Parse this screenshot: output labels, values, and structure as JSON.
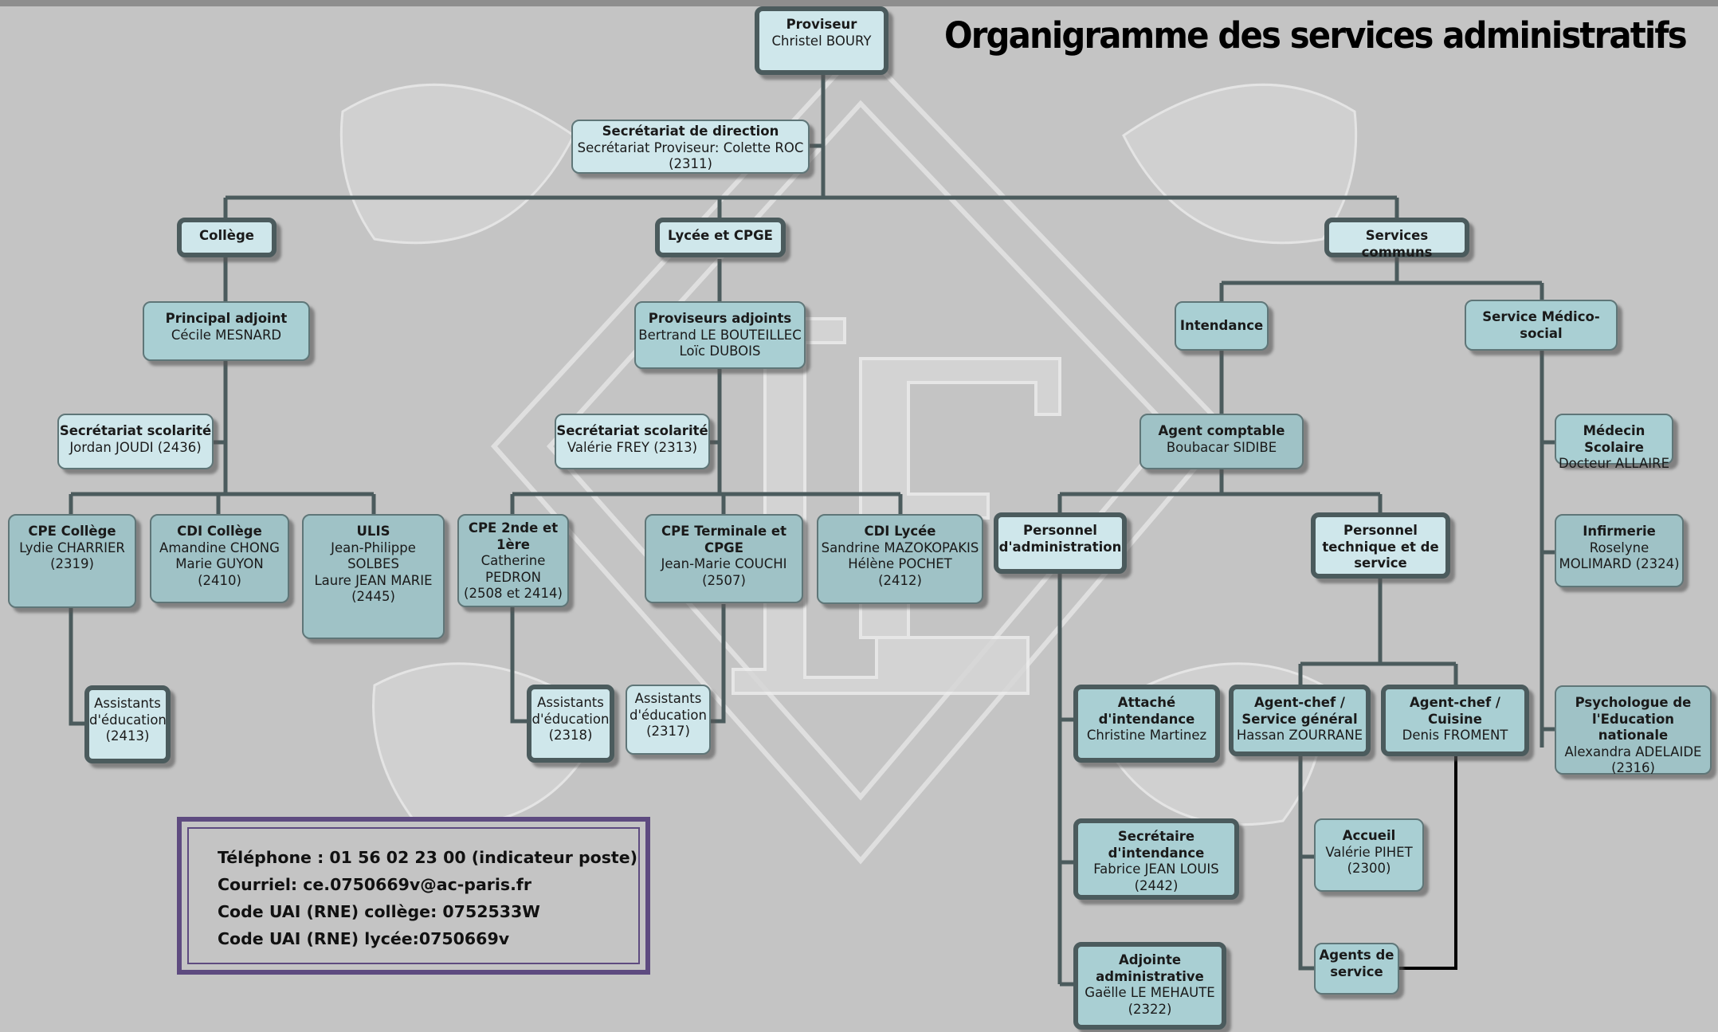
{
  "title": "Organigramme des services administratifs",
  "colors": {
    "background": "#c4c4c4",
    "box_light": "#cfe7eb",
    "box_medium": "#a9cfd3",
    "box_dark": "#9fc2c6",
    "connector": "#4b5b5d",
    "contact_border": "#5e4b80"
  },
  "boxes": {
    "proviseur": {
      "title": "Proviseur",
      "lines": [
        "Christel BOURY"
      ]
    },
    "secretariat_direction": {
      "title": "Secrétariat de direction",
      "lines": [
        "Secrétariat Proviseur: Colette ROC",
        "(2311)"
      ]
    },
    "college": {
      "title": "Collège",
      "lines": []
    },
    "lycee": {
      "title": "Lycée et CPGE",
      "lines": []
    },
    "services_communs": {
      "title": "Services communs",
      "lines": []
    },
    "principal_adjoint": {
      "title": "Principal adjoint",
      "lines": [
        "Cécile MESNARD"
      ]
    },
    "proviseurs_adjoints": {
      "title": "Proviseurs adjoints",
      "lines": [
        "Bertrand LE BOUTEILLEC",
        "Loïc DUBOIS"
      ]
    },
    "intendance": {
      "title": "Intendance",
      "lines": []
    },
    "medico_social": {
      "title": "Service Médico-social",
      "lines": []
    },
    "secretariat_scolarite_college": {
      "title": "Secrétariat scolarité",
      "lines": [
        "Jordan JOUDI (2436)"
      ]
    },
    "secretariat_scolarite_lycee": {
      "title": "Secrétariat scolarité",
      "lines": [
        "Valérie FREY (2313)"
      ]
    },
    "agent_comptable": {
      "title": "Agent comptable",
      "lines": [
        "Boubacar SIDIBE"
      ]
    },
    "medecin_scolaire": {
      "title": "Médecin Scolaire",
      "lines": [
        "Docteur ALLAIRE"
      ]
    },
    "cpe_college": {
      "title": "CPE Collège",
      "lines": [
        "Lydie CHARRIER",
        "(2319)"
      ]
    },
    "cdi_college": {
      "title": "CDI Collège",
      "lines": [
        "Amandine CHONG",
        "Marie GUYON",
        "(2410)"
      ]
    },
    "ulis": {
      "title": "ULIS",
      "lines": [
        "Jean-Philippe SOLBES",
        "Laure JEAN MARIE",
        "(2445)"
      ]
    },
    "cpe_seconde": {
      "title": "CPE 2nde et 1ère",
      "lines": [
        "Catherine PEDRON",
        "(2508 et 2414)"
      ]
    },
    "cpe_terminale": {
      "title": "CPE Terminale et CPGE",
      "lines": [
        "Jean-Marie COUCHI",
        "(2507)"
      ]
    },
    "cdi_lycee": {
      "title": "CDI Lycée",
      "lines": [
        "Sandrine MAZOKOPAKIS",
        "Hélène POCHET",
        "(2412)"
      ]
    },
    "personnel_administration": {
      "title": "Personnel d'administration",
      "lines": []
    },
    "personnel_technique": {
      "title": "Personnel technique et de service",
      "lines": []
    },
    "infirmerie": {
      "title": "Infirmerie",
      "lines": [
        "Roselyne",
        "MOLIMARD (2324)"
      ]
    },
    "assistants_2413": {
      "title": "",
      "lines": [
        "Assistants",
        "d'éducation",
        "(2413)"
      ]
    },
    "assistants_2318": {
      "title": "",
      "lines": [
        "Assistants",
        "d'éducation",
        "(2318)"
      ]
    },
    "assistants_2317": {
      "title": "",
      "lines": [
        "Assistants",
        "d'éducation",
        "(2317)"
      ]
    },
    "attache_intendance": {
      "title": "Attaché d'intendance",
      "lines": [
        "Christine Martinez"
      ]
    },
    "agent_chef_general": {
      "title": "Agent-chef  / Service général",
      "lines": [
        "Hassan ZOURRANE"
      ]
    },
    "agent_chef_cuisine": {
      "title": "Agent-chef / Cuisine",
      "lines": [
        "Denis FROMENT"
      ]
    },
    "psychologue": {
      "title": "Psychologue de l'Education nationale",
      "lines": [
        "Alexandra ADELAIDE",
        "(2316)"
      ]
    },
    "secretaire_intendance": {
      "title": "Secrétaire d'intendance",
      "lines": [
        "Fabrice JEAN LOUIS",
        "(2442)"
      ]
    },
    "accueil": {
      "title": "Accueil",
      "lines": [
        "Valérie PIHET",
        "(2300)"
      ]
    },
    "agents_service": {
      "title": "Agents de service",
      "lines": []
    },
    "adjointe_administrative": {
      "title": "Adjointe administrative",
      "lines": [
        "Gaëlle LE MEHAUTE",
        "(2322)"
      ]
    }
  },
  "contact": {
    "telephone": "Téléphone : 01 56 02 23 00 (indicateur poste)",
    "courriel": "Courriel: ce.0750669v@ac-paris.fr",
    "uai_college": "Code UAI (RNE) collège: 0752533W",
    "uai_lycee": "Code UAI (RNE) lycée:0750669v"
  }
}
